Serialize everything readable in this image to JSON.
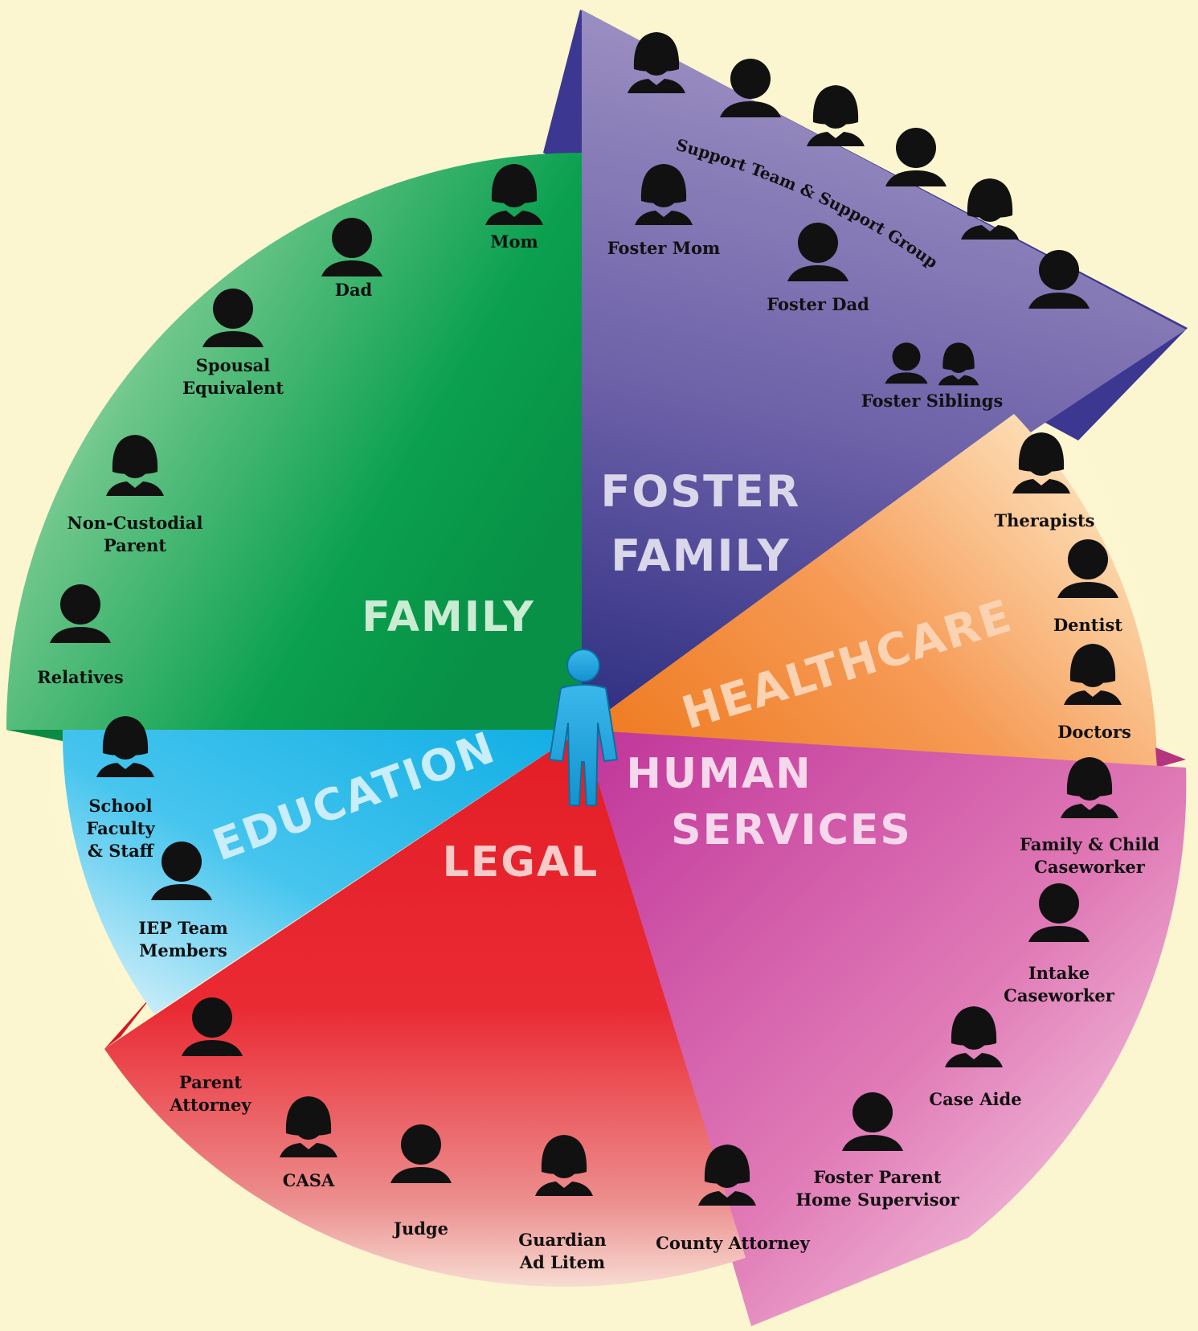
{
  "center_icon": "child-figure-icon",
  "colors": {
    "background": "#fbf6cf",
    "family": "#0aa04f",
    "foster_family": "#4f4a9b",
    "healthcare": "#f47b20",
    "human_services": "#cc4fa0",
    "legal": "#e8202a",
    "education": "#12b4e6",
    "person_icon": "#111111"
  },
  "sectors": {
    "family": {
      "title": "FAMILY",
      "people": [
        {
          "label": [
            "Mom"
          ],
          "icon": "female-person-icon"
        },
        {
          "label": [
            "Dad"
          ],
          "icon": "male-person-icon"
        },
        {
          "label": [
            "Spousal",
            "Equivalent"
          ],
          "icon": "male-person-icon"
        },
        {
          "label": [
            "Non-Custodial",
            "Parent"
          ],
          "icon": "female-person-icon"
        },
        {
          "label": [
            "Relatives"
          ],
          "icon": "male-person-icon"
        }
      ]
    },
    "foster_family": {
      "title": [
        "FOSTER",
        "FAMILY"
      ],
      "support_label": "Support Team & Support Group",
      "people": [
        {
          "label": [
            "Foster Mom"
          ],
          "icon": "female-person-icon"
        },
        {
          "label": [
            "Foster Dad"
          ],
          "icon": "male-person-icon"
        },
        {
          "label": [
            "Foster Siblings"
          ],
          "icon": "person-pair-icon"
        }
      ],
      "support_icons": [
        "female-person-icon",
        "male-person-icon",
        "female-person-icon",
        "male-person-icon",
        "female-person-icon",
        "male-person-icon"
      ]
    },
    "healthcare": {
      "title": "HEALTHCARE",
      "people": [
        {
          "label": [
            "Therapists"
          ],
          "icon": "female-person-icon"
        },
        {
          "label": [
            "Dentist"
          ],
          "icon": "male-person-icon"
        },
        {
          "label": [
            "Doctors"
          ],
          "icon": "female-person-icon"
        }
      ]
    },
    "human_services": {
      "title": [
        "HUMAN",
        "SERVICES"
      ],
      "people": [
        {
          "label": [
            "Family & Child",
            "Caseworker"
          ],
          "icon": "female-person-icon"
        },
        {
          "label": [
            "Intake",
            "Caseworker"
          ],
          "icon": "male-person-icon"
        },
        {
          "label": [
            "Case Aide"
          ],
          "icon": "female-person-icon"
        },
        {
          "label": [
            "Foster Parent",
            "Home Supervisor"
          ],
          "icon": "male-person-icon"
        }
      ]
    },
    "legal": {
      "title": "LEGAL",
      "people": [
        {
          "label": [
            "Parent",
            "Attorney"
          ],
          "icon": "male-person-icon"
        },
        {
          "label": [
            "CASA"
          ],
          "icon": "female-person-icon"
        },
        {
          "label": [
            "Judge"
          ],
          "icon": "male-person-icon"
        },
        {
          "label": [
            "Guardian",
            "Ad Litem"
          ],
          "icon": "female-person-icon"
        },
        {
          "label": [
            "County Attorney"
          ],
          "icon": "female-person-icon"
        }
      ]
    },
    "education": {
      "title": "EDUCATION",
      "people": [
        {
          "label": [
            "School",
            "Faculty",
            "& Staff"
          ],
          "icon": "female-person-icon"
        },
        {
          "label": [
            "IEP Team",
            "Members"
          ],
          "icon": "male-person-icon"
        }
      ]
    }
  }
}
